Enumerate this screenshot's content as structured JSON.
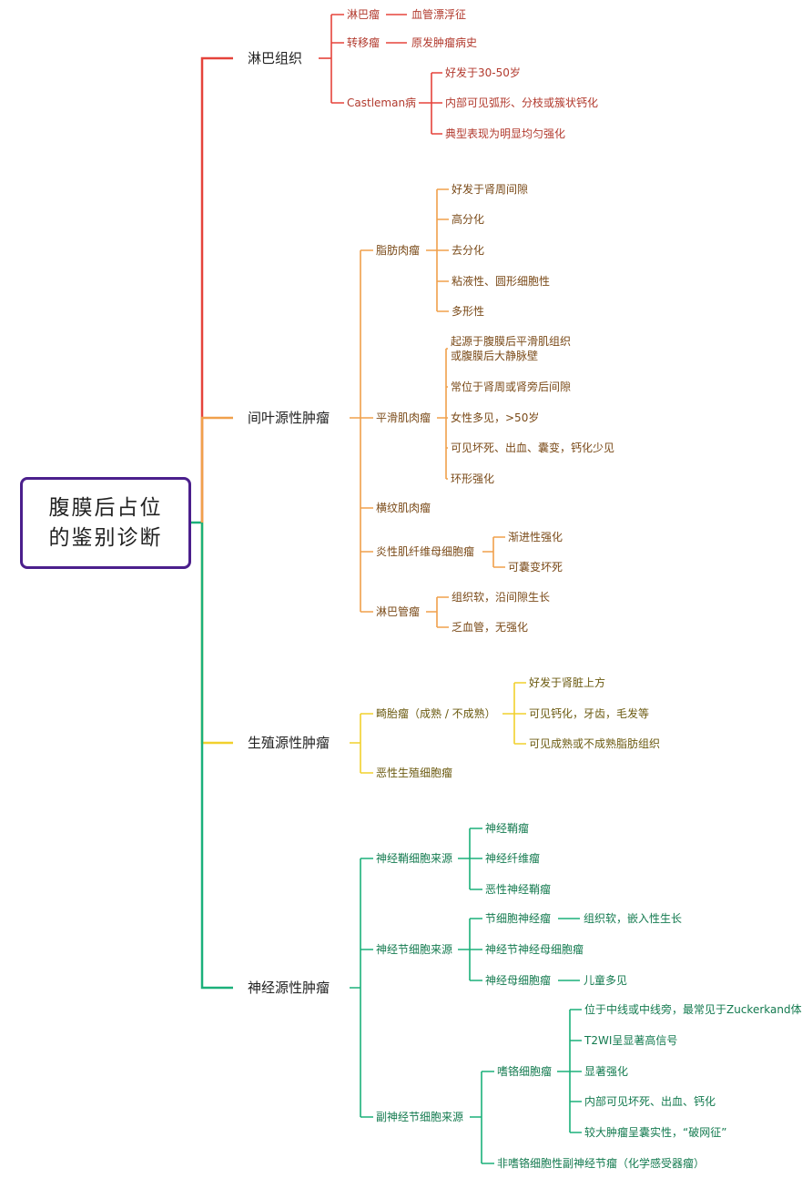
{
  "root": {
    "line1": "腹膜后占位",
    "line2": "的鉴别诊断"
  },
  "colors": {
    "root_border": "#4b1f8c",
    "lymph": "#e5433b",
    "mesen": "#f0a04b",
    "germ": "#f1d02d",
    "neuro": "#1bb07a"
  },
  "branches": [
    {
      "label": "淋巴组织",
      "children": [
        {
          "label": "淋巴瘤",
          "children": [
            "血管漂浮征"
          ]
        },
        {
          "label": "转移瘤",
          "children": [
            "原发肿瘤病史"
          ]
        },
        {
          "label": "Castleman病",
          "children": [
            "好发于30-50岁",
            "内部可见弧形、分枝或簇状钙化",
            "典型表现为明显均匀强化"
          ]
        }
      ]
    },
    {
      "label": "间叶源性肿瘤",
      "children": [
        {
          "label": "脂肪肉瘤",
          "children": [
            "好发于肾周间隙",
            "高分化",
            "去分化",
            "粘液性、圆形细胞性",
            "多形性"
          ]
        },
        {
          "label": "平滑肌肉瘤",
          "children": [
            {
              "line1": "起源于腹膜后平滑肌组织",
              "line2": "或腹膜后大静脉壁"
            },
            "常位于肾周或肾旁后间隙",
            "女性多见，>50岁",
            "可见坏死、出血、囊变，钙化少见",
            "环形强化"
          ]
        },
        {
          "label": "横纹肌肉瘤",
          "children": []
        },
        {
          "label": "炎性肌纤维母细胞瘤",
          "children": [
            "渐进性强化",
            "可囊变坏死"
          ]
        },
        {
          "label": "淋巴管瘤",
          "children": [
            "组织软，沿间隙生长",
            "乏血管，无强化"
          ]
        }
      ]
    },
    {
      "label": "生殖源性肿瘤",
      "children": [
        {
          "label": "畸胎瘤（成熟 / 不成熟）",
          "children": [
            "好发于肾脏上方",
            "可见钙化，牙齿，毛发等",
            "可见成熟或不成熟脂肪组织"
          ]
        },
        {
          "label": "恶性生殖细胞瘤",
          "children": []
        }
      ]
    },
    {
      "label": "神经源性肿瘤",
      "children": [
        {
          "label": "神经鞘细胞来源",
          "children": [
            "神经鞘瘤",
            "神经纤维瘤",
            "恶性神经鞘瘤"
          ]
        },
        {
          "label": "神经节细胞来源",
          "children": [
            {
              "label": "节细胞神经瘤",
              "children": [
                "组织软，嵌入性生长"
              ]
            },
            {
              "label": "神经节神经母细胞瘤",
              "children": []
            },
            {
              "label": "神经母细胞瘤",
              "children": [
                "儿童多见"
              ]
            }
          ]
        },
        {
          "label": "副神经节细胞来源",
          "children": [
            {
              "label": "嗜铬细胞瘤",
              "children": [
                "位于中线或中线旁，最常见于Zuckerkand体",
                "T2WI呈显著高信号",
                "显著强化",
                "内部可见坏死、出血、钙化",
                "较大肿瘤呈囊实性，“破网征”"
              ]
            },
            {
              "label": "非嗜铬细胞性副神经节瘤（化学感受器瘤）",
              "children": []
            }
          ]
        }
      ]
    }
  ]
}
